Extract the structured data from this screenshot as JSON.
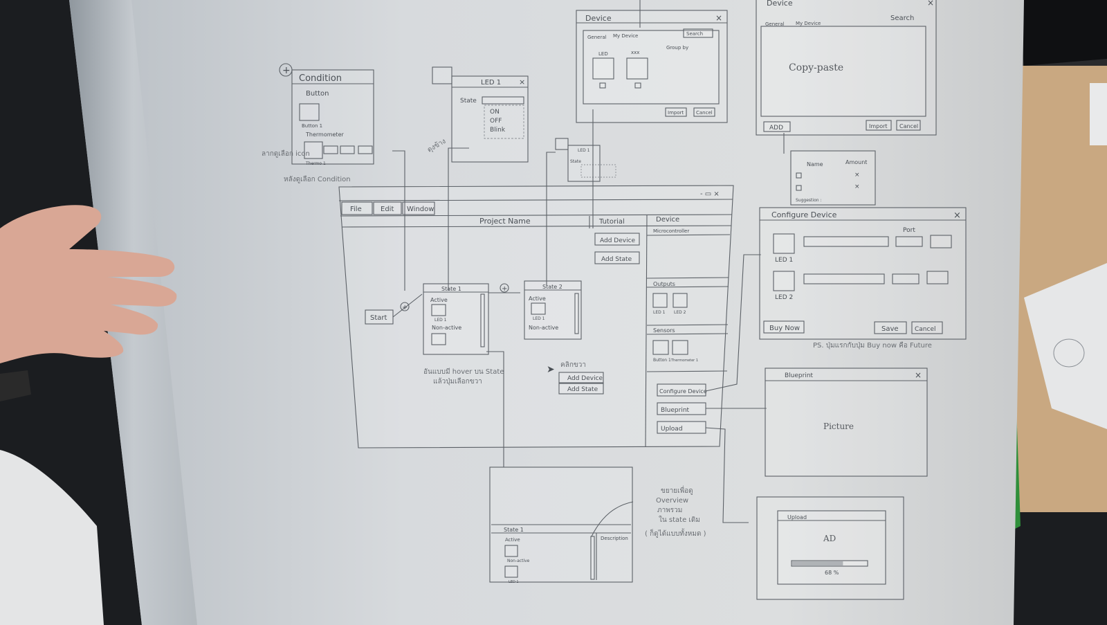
{
  "condition": {
    "title": "Condition",
    "button_section": "Button",
    "button_item": "Button 1",
    "thermo_section": "Thermometer",
    "thermo_item": "Thermo 1"
  },
  "led_dialog": {
    "title": "LED 1",
    "state_label": "State",
    "options": [
      "ON",
      "OFF",
      "Blink"
    ]
  },
  "led_small": {
    "title": "LED 1",
    "state_label": "State"
  },
  "device_dialog_a": {
    "title": "Device",
    "tabs": [
      "General",
      "My Device"
    ],
    "search": "Search",
    "group_by": "Group by",
    "led_label": "LED",
    "second_label": "xxx",
    "import": "Import",
    "cancel": "Cancel"
  },
  "device_dialog_b": {
    "title": "Device",
    "tabs": [
      "General",
      "My Device"
    ],
    "search": "Search",
    "note": "Copy-paste",
    "add": "ADD",
    "import": "Import",
    "cancel": "Cancel"
  },
  "name_table": {
    "col1": "Name",
    "col2": "Amount",
    "footer": "Suggestion :"
  },
  "main_window": {
    "menu": [
      "File",
      "Edit",
      "Window"
    ],
    "project_name": "Project Name",
    "tutorial": "Tutorial",
    "add_device": "Add Device",
    "add_state": "Add State",
    "device_header": "Device",
    "microcontroller": "Microcontroller",
    "outputs": "Outputs",
    "sensors": "Sensors",
    "led1": "LED 1",
    "led2": "LED 2",
    "button1": "Button 1",
    "thermo1": "Thermometer 1",
    "configure_device": "Configure Device",
    "blueprint": "Blueprint",
    "upload": "Upload"
  },
  "canvas": {
    "start": "Start",
    "state1": "State 1",
    "state2": "State 2",
    "active": "Active",
    "non_active": "Non-active",
    "led1": "LED 1",
    "ctx_add_device": "Add Device",
    "ctx_add_state": "Add State"
  },
  "configure_dialog": {
    "title": "Configure Device",
    "port": "Port",
    "led1": "LED 1",
    "led2": "LED 2",
    "buy_now": "Buy Now",
    "save": "Save",
    "cancel": "Cancel"
  },
  "blueprint_dialog": {
    "title": "Blueprint",
    "content": "Picture"
  },
  "upload_dialog": {
    "title": "Upload",
    "content": "AD",
    "percent": "68 %"
  },
  "overview": {
    "state": "State 1",
    "active": "Active",
    "non_active": "Non-active",
    "description": "Description",
    "led": "LED 1"
  },
  "notes": {
    "overview": [
      "Overview"
    ],
    "footnote": "PS."
  }
}
